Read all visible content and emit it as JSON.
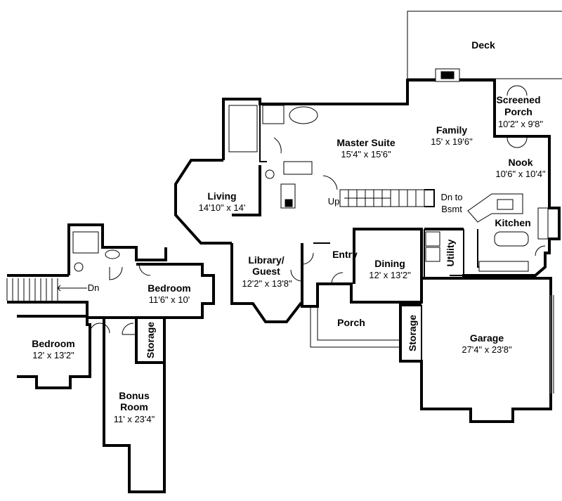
{
  "rooms": {
    "deck": {
      "name": "Deck"
    },
    "screened_porch": {
      "name1": "Screened",
      "name2": "Porch",
      "dim": "10'2\" x 9'8\""
    },
    "family": {
      "name": "Family",
      "dim": "15' x 19'6\""
    },
    "master_suite": {
      "name": "Master Suite",
      "dim": "15'4\" x 15'6\""
    },
    "nook": {
      "name": "Nook",
      "dim": "10'6\" x 10'4\""
    },
    "living": {
      "name": "Living",
      "dim": "14'10\" x 14'"
    },
    "kitchen": {
      "name": "Kitchen"
    },
    "library": {
      "name1": "Library/",
      "name2": "Guest",
      "dim": "12'2\" x 13'8\""
    },
    "entry": {
      "name": "Entry"
    },
    "dining": {
      "name": "Dining",
      "dim": "12' x 13'2\""
    },
    "utility": {
      "name": "Utility"
    },
    "bedroom_upper": {
      "name": "Bedroom",
      "dim": "11'6\" x 10'"
    },
    "bedroom_lower": {
      "name": "Bedroom",
      "dim": "12' x 13'2\""
    },
    "porch": {
      "name": "Porch"
    },
    "garage": {
      "name": "Garage",
      "dim": "27'4\" x 23'8\""
    },
    "storage_main": {
      "name": "Storage"
    },
    "storage_upper": {
      "name": "Storage"
    },
    "bonus_room": {
      "name1": "Bonus",
      "name2": "Room",
      "dim": "11' x 23'4\""
    }
  },
  "stairs": {
    "up_label": "Up",
    "down_bsmt_1": "Dn to",
    "down_bsmt_2": "Bsmt",
    "down_upper": "Dn"
  }
}
